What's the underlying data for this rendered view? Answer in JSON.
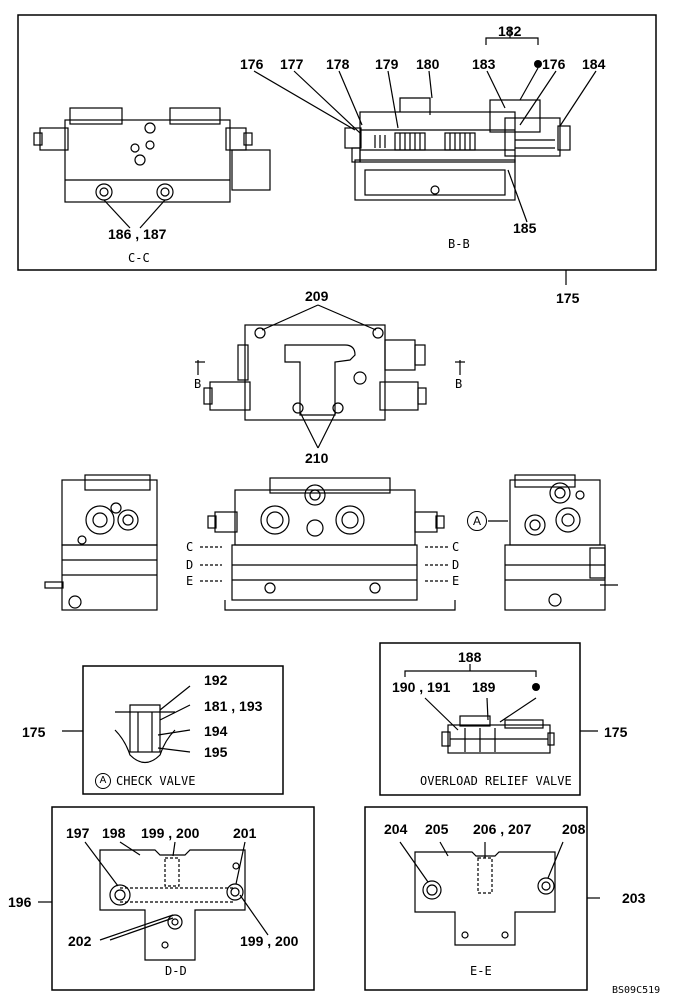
{
  "labels": {
    "l182": "182",
    "l176a": "176",
    "l177": "177",
    "l178": "178",
    "l179": "179",
    "l180": "180",
    "l183": "183",
    "l176b": "176",
    "l184": "184",
    "l185": "185",
    "l18687": "186 , 187",
    "l175a": "175",
    "l209": "209",
    "l210": "210",
    "l188": "188",
    "l190191": "190 , 191",
    "l189": "189",
    "l192": "192",
    "l181193": "181 , 193",
    "l194": "194",
    "l195": "195",
    "l175b": "175",
    "l175c": "175",
    "l197": "197",
    "l198": "198",
    "l199200a": "199 , 200",
    "l201": "201",
    "l202": "202",
    "l199200b": "199 , 200",
    "l196": "196",
    "l204": "204",
    "l205": "205",
    "l206207": "206 , 207",
    "l208": "208",
    "l203": "203"
  },
  "captions": {
    "cc": "C-C",
    "bb": "B-B",
    "check_valve": "CHECK VALVE",
    "overload": "OVERLOAD RELIEF VALVE",
    "dd": "D-D",
    "ee": "E-E",
    "figure_code": "BS09C519"
  },
  "section_markers": {
    "b_left": "B",
    "b_right": "B",
    "c_left": "C",
    "d_left": "D",
    "e_left": "E",
    "c_right": "C",
    "d_right": "D",
    "e_right": "E",
    "detail_a": "A",
    "detail_a_small": "A"
  },
  "colors": {
    "ink": "#000000",
    "paper": "#ffffff"
  }
}
